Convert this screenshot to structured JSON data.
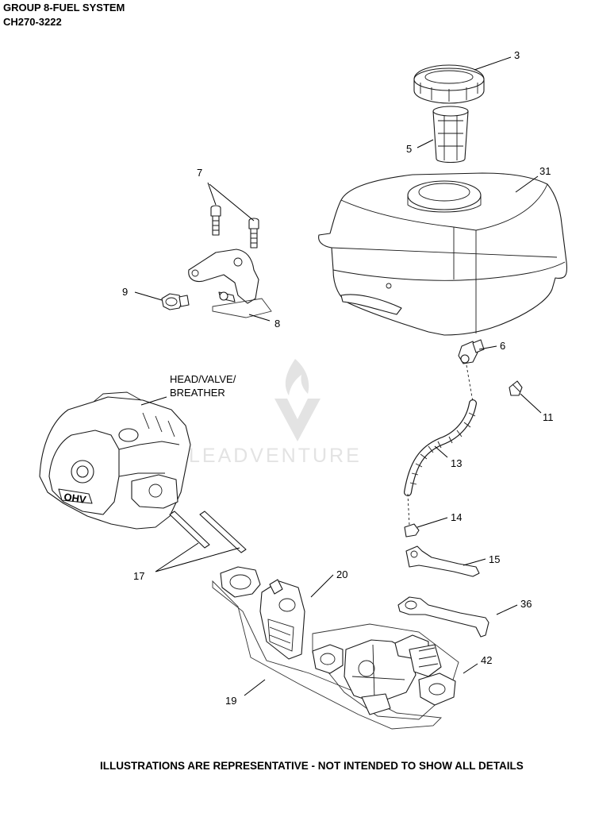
{
  "header": {
    "title": "GROUP 8-FUEL SYSTEM",
    "model": "CH270-3222"
  },
  "footer": {
    "note": "ILLUSTRATIONS ARE REPRESENTATIVE - NOT INTENDED TO SHOW ALL DETAILS"
  },
  "watermark": {
    "text": "LEADVENTURE",
    "logo": "flame-v-logo-icon"
  },
  "callouts": {
    "c3": "3",
    "c5": "5",
    "c31": "31",
    "c7": "7",
    "c9": "9",
    "c8": "8",
    "c6": "6",
    "c11": "11",
    "c13": "13",
    "c14": "14",
    "c15": "15",
    "c36": "36",
    "c17": "17",
    "c20": "20",
    "c42": "42",
    "c19": "19",
    "head_line1": "HEAD/VALVE/",
    "head_line2": "BREATHER"
  },
  "colors": {
    "line": "#1a1a1a",
    "watermark": "#e3e3e3",
    "background": "#ffffff"
  }
}
